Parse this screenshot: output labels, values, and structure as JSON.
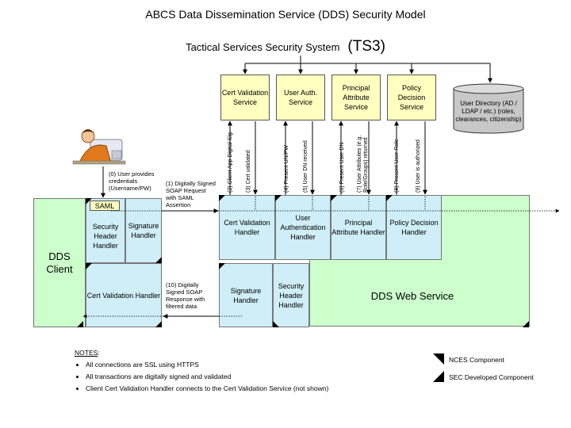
{
  "title": "ABCS Data Dissemination Service (DDS) Security Model",
  "subtitle": "Tactical Services Security System",
  "subtitle_code": "(TS3)",
  "services": {
    "cert": "Cert Validation Service",
    "userauth": "User Auth. Service",
    "principal": "Principal Attribute Service",
    "policy": "Policy Decision Service"
  },
  "user_directory": "User Directory (AD / LDAP / etc.) (roles, clearances, citizenship)",
  "client": {
    "name": "DDS Client",
    "saml": "SAML",
    "security_header_handler": "Security Header Handler",
    "signature_handler": "Signature Handler",
    "cert_validation_handler": "Cert Validation Handler"
  },
  "server": {
    "name": "DDS Web Service",
    "cert_validation_handler": "Cert Validation Handler",
    "user_auth_handler": "User Authentication Handler",
    "principal_attr_handler": "Principal Attribute Handler",
    "policy_decision_handler": "Policy Decision Handler",
    "signature_handler": "Signature Handler",
    "security_header_handler": "Security Header Handler"
  },
  "steps": {
    "s0": "(0) User provides credentials (Username/PW)",
    "s1": "(1) Digitally Signed SOAP Request with SAML Assertion",
    "s2": "(2) Client App Digital Sig.",
    "s3": "(3) Cert validated",
    "s4": "(4) Present UN/PW",
    "s5": "(5) User DN received",
    "s6": "(6) Present User DN",
    "s7a": "(7) User Attributes (e.g.",
    "s7b": "Role/Groups) returned",
    "s8": "(8) Present User Role",
    "s9": "(9) User is authorized",
    "s10": "(10) Digitally Signed SOAP Response with filtered data"
  },
  "notes": {
    "heading": "NOTES",
    "items": [
      "All connections are SSL using HTTPS",
      "All transactions are digitally signed and validated",
      "Client Cert Validation Handler connects to the Cert Validation Service (not shown)"
    ]
  },
  "legend": {
    "nces": "NCES Component",
    "sec": "SEC Developed Component"
  },
  "colors": {
    "service_fill": "#ffffc0",
    "handler_fill": "#cfeef8",
    "client_fill": "#ccffcc",
    "directory_fill": "#c8c8c8"
  }
}
